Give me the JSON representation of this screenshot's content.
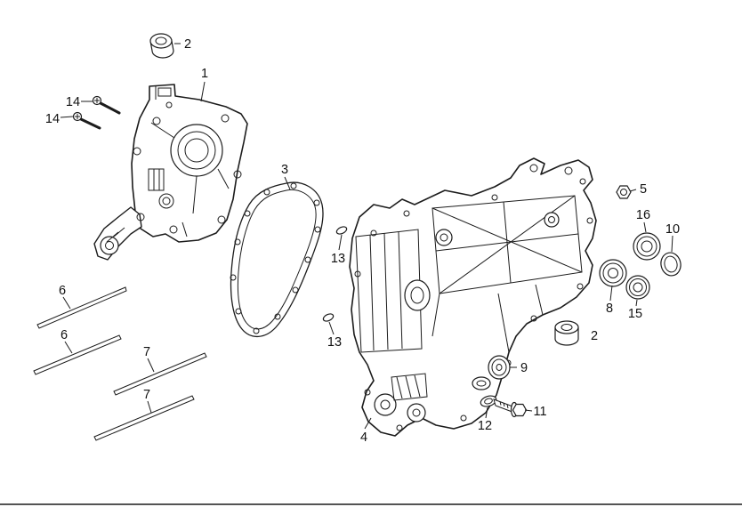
{
  "diagram": {
    "figure": "exploded-parts-diagram",
    "colors": {
      "line": "#1c1c1c",
      "background": "#ffffff"
    },
    "callouts": {
      "n1": "1",
      "n2a": "2",
      "n2b": "2",
      "n3": "3",
      "n4": "4",
      "n5": "5",
      "n6a": "6",
      "n6b": "6",
      "n7a": "7",
      "n7b": "7",
      "n8": "8",
      "n9": "9",
      "n10": "10",
      "n11": "11",
      "n12": "12",
      "n13a": "13",
      "n13b": "13",
      "n14a": "14",
      "n14b": "14",
      "n15": "15",
      "n16": "16"
    }
  }
}
